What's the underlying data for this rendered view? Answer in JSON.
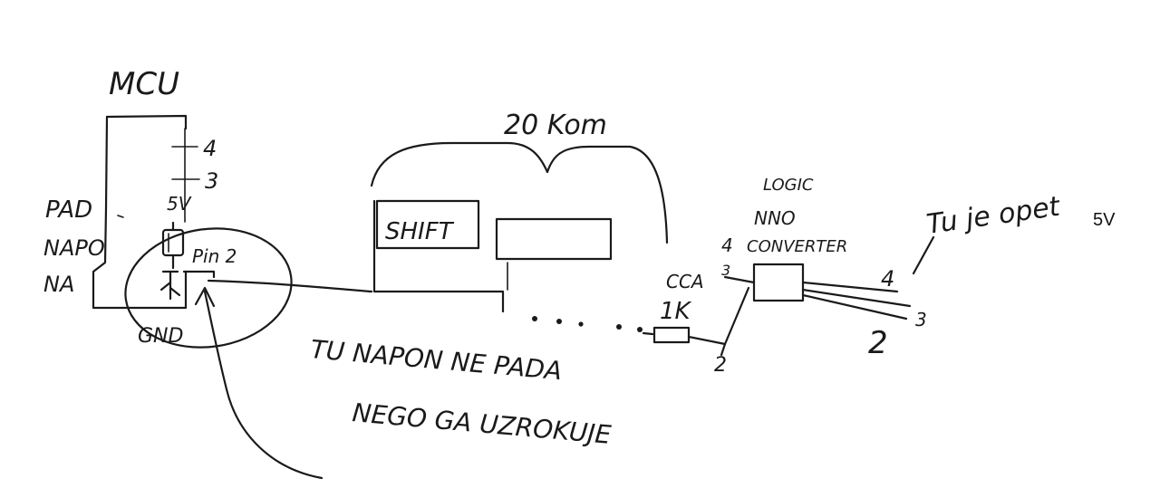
{
  "labels": {
    "mcu": "MCU",
    "pin4": "4",
    "pin3": "3",
    "five_v_pin": "5V",
    "pad_line1": "PAD",
    "pad_line2": "NAPO",
    "pad_line3": "NA",
    "pin2": "Pin 2",
    "gnd": "GND",
    "twenty_kom": "20 Kom",
    "shift": "SHIFT",
    "note_line1": "TU NAPON NE PADA",
    "note_line2": "NEGO GA UZROKUJE",
    "cca_line1": "CCA",
    "cca_line2": "1K",
    "logic_line1": "LOGIC",
    "logic_line2": "NNO",
    "logic_line3": "CONVERTER",
    "lc_pin4_left": "4",
    "lc_pin3_left": "3",
    "lc_pin2_bottom": "2",
    "out_pin4": "4",
    "out_pin3": "3",
    "out_pin2": "2",
    "tu_je_opet": "Tu je opet",
    "five_v_typed": "5V"
  },
  "colors": {
    "ink": "#1a1a1a",
    "paper": "#ffffff"
  }
}
